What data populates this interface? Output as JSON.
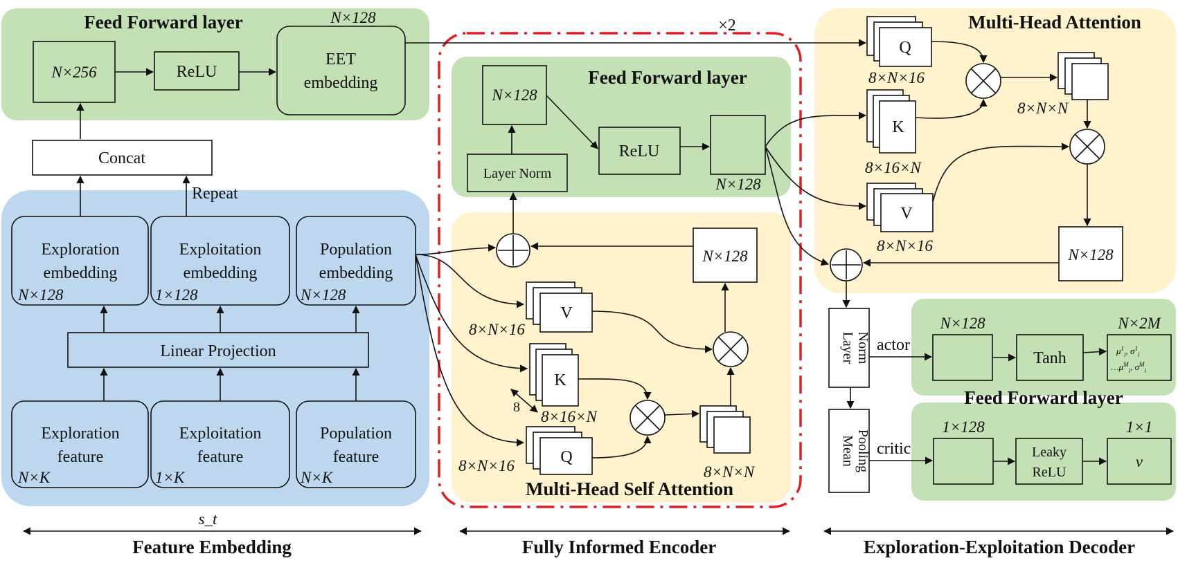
{
  "times_two": "×2",
  "feature_embedding": {
    "title": "Feature Embedding",
    "ff_title": "Feed Forward layer",
    "ff_box1": "N×256",
    "ff_relu": "ReLU",
    "eet_line1": "EET",
    "eet_line2": "embedding",
    "eet_dim": "N×128",
    "concat": "Concat",
    "repeat": "Repeat",
    "emb": [
      {
        "line1": "Exploration",
        "line2": "embedding",
        "dim": "N×128"
      },
      {
        "line1": "Exploitation",
        "line2": "embedding",
        "dim": "1×128"
      },
      {
        "line1": "Population",
        "line2": "embedding",
        "dim": "N×128"
      }
    ],
    "linear_projection": "Linear Projection",
    "feat": [
      {
        "line1": "Exploration",
        "line2": "feature",
        "dim": "N×K"
      },
      {
        "line1": "Exploitation",
        "line2": "feature",
        "dim": "1×K"
      },
      {
        "line1": "Population",
        "line2": "feature",
        "dim": "N×K"
      }
    ],
    "state": "s_t"
  },
  "encoder": {
    "title": "Fully Informed Encoder",
    "ff_title": "Feed Forward layer",
    "ff_box1": "N×128",
    "layer_norm": "Layer Norm",
    "relu": "ReLU",
    "ff_out_dim": "N×128",
    "mhsa_title": "Multi-Head Self Attention",
    "attn_out": "N×128",
    "v": "V",
    "v_dim": "8×N×16",
    "k": "K",
    "k_dim": "8×16×N",
    "q": "Q",
    "q_dim": "8×N×16",
    "heads": "8",
    "scores_dim": "8×N×N"
  },
  "decoder": {
    "title": "Exploration-Exploitation Decoder",
    "mha_title": "Multi-Head Attention",
    "q": "Q",
    "q_dim": "8×N×16",
    "k": "K",
    "k_dim": "8×16×N",
    "v": "V",
    "v_dim": "8×N×16",
    "scores_dim": "8×N×N",
    "out_dim": "N×128",
    "layer_norm_1": "Layer",
    "layer_norm_2": "Norm",
    "mean_pool_1": "Mean",
    "mean_pool_2": "Pooling",
    "actor": "actor",
    "actor_dim": "N×128",
    "tanh": "Tanh",
    "actor_out_dim": "N×2M",
    "ff_title": "Feed Forward layer",
    "critic": "critic",
    "critic_dim": "1×128",
    "leaky_1": "Leaky",
    "leaky_2": "ReLU",
    "critic_out_dim": "1×1",
    "v_out": "v"
  }
}
